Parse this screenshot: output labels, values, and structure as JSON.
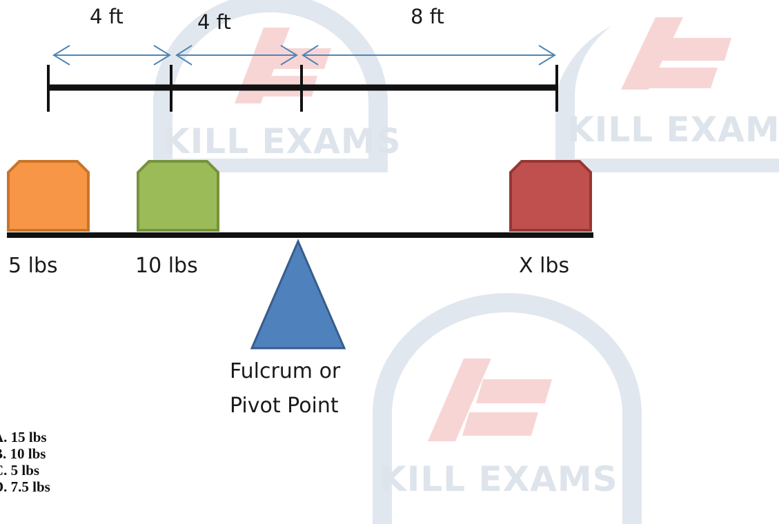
{
  "dimensions": {
    "seg1": "4 ft",
    "seg2": "4 ft",
    "seg3": "8 ft"
  },
  "weights": {
    "left": "5 lbs",
    "middle": "10 lbs",
    "right": "X lbs"
  },
  "fulcrum": {
    "line1": "Fulcrum or",
    "line2": "Pivot Point"
  },
  "choices": [
    {
      "letter": "A",
      "text": ". 15 lbs"
    },
    {
      "letter": "B",
      "text": ". 10 lbs"
    },
    {
      "letter": "C",
      "text": ". 5 lbs"
    },
    {
      "letter": "D",
      "text": ". 7.5 lbs"
    }
  ],
  "watermark": {
    "text": "KILL EXAMS",
    "logo_text": "KE"
  },
  "colors": {
    "dim_arrow": "#4f84b4",
    "weight_left": "#f79646",
    "weight_middle": "#9bbb59",
    "weight_right": "#c0504d",
    "fulcrum": "#4f81bd",
    "watermark_blue": "#c9d5e2",
    "watermark_red": "#f3c1c1"
  }
}
